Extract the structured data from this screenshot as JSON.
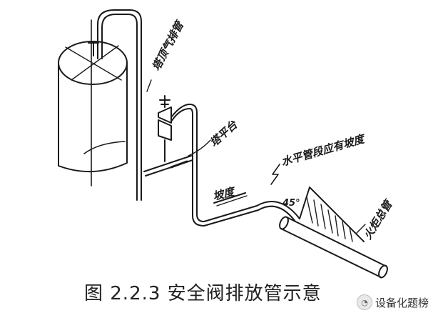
{
  "labels": {
    "roof_vent": "塔顶气排管",
    "tower_platform": "塔平台",
    "horizontal_pipe_note": "水平管段应有坡度",
    "slope": "坡度",
    "angle": "45°",
    "header": "火炬总管"
  },
  "caption": "图 2.2.3 安全阀排放管示意",
  "watermark": {
    "icon": "wechat-bubble-icon",
    "text": "设备化题榜"
  },
  "colors": {
    "line": "#1a1a1a",
    "background": "#ffffff"
  }
}
